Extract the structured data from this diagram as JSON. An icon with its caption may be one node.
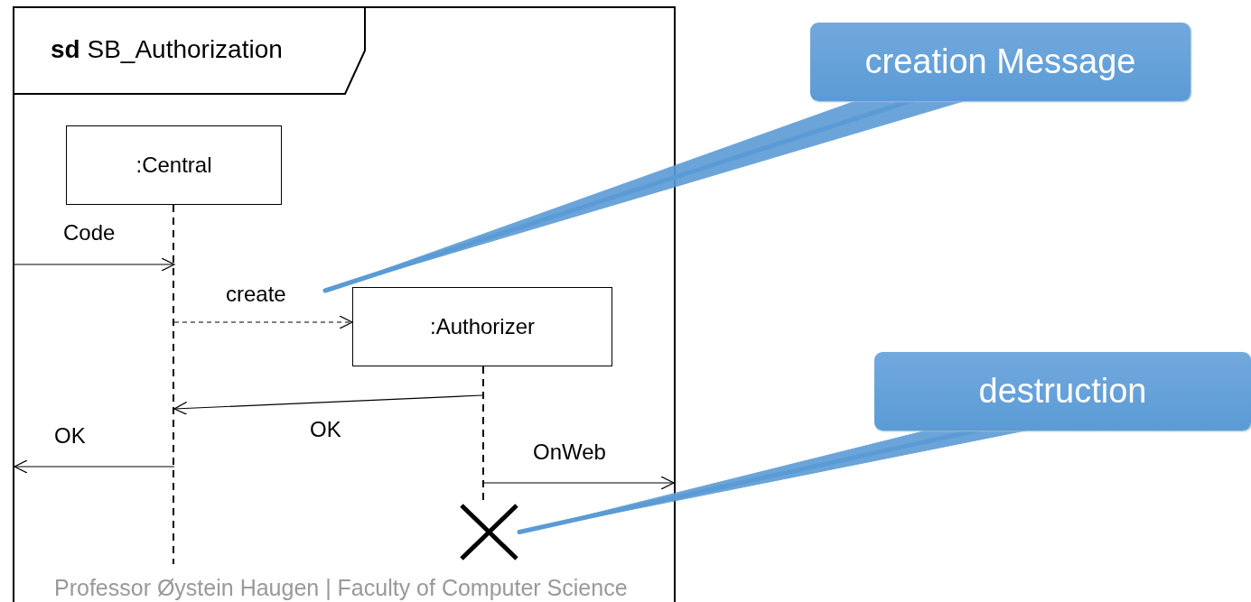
{
  "diagram": {
    "nodes": [
      {
        "text": [
          "**sd** SB_Authorization"
        ]
      },
      {
        "text": [
          ":Central"
        ],
        "in": 0
      },
      {
        "text": [],
        "shape": "line",
        "in": 0
      },
      {
        "text": [
          ":Authorizer"
        ],
        "in": 0
      },
      {
        "text": [],
        "shape": "line",
        "in": 0
      },
      {
        "text": [],
        "shape": "cross",
        "in": 0
      },
      {
        "text": [
          "creation Message"
        ]
      },
      {
        "text": [
          "destruction"
        ]
      }
    ],
    "edges": [
      {
        "from": 0,
        "to": 2,
        "arrow": "to",
        "label": "Code"
      },
      {
        "from": 2,
        "to": 3,
        "arrow": "to",
        "style": "dashed",
        "label": "create"
      },
      {
        "from": 4,
        "to": 2,
        "arrow": "to",
        "label": "OK"
      },
      {
        "from": 2,
        "to": 0,
        "arrow": "to",
        "label": "OK"
      },
      {
        "from": 4,
        "to": 0,
        "arrow": "to",
        "label": "OnWeb"
      },
      {
        "from": 6,
        "to": null,
        "arrow": "none",
        "style": "thick",
        "color": "#5b9bd5"
      },
      {
        "from": 7,
        "to": 5,
        "arrow": "none",
        "style": "thick",
        "color": "#5b9bd5"
      }
    ],
    "labels": [
      "Professor Øystein Haugen | Faculty of Computer Science"
    ]
  }
}
